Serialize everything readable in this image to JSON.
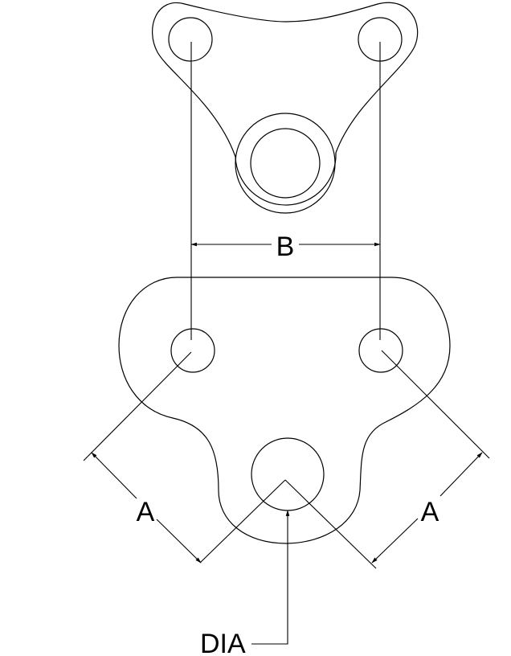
{
  "diagram": {
    "type": "technical-drawing",
    "subject": "three-hole mounting bracket / flange",
    "labels": {
      "b": "B",
      "a_left": "A",
      "a_right": "A",
      "dia": "DIA"
    },
    "colors": {
      "line": "#000000",
      "background": "#ffffff"
    }
  }
}
